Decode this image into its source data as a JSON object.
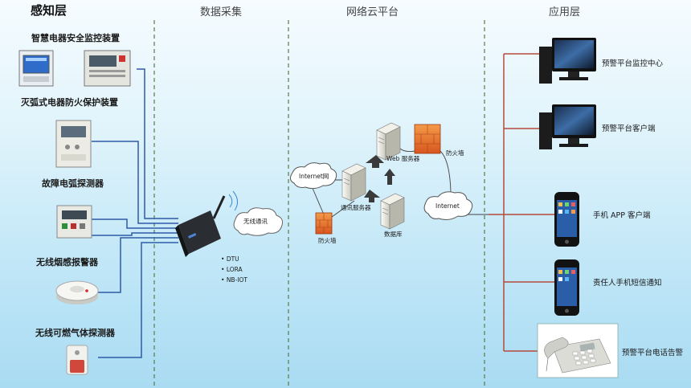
{
  "headers": {
    "perception": "感知层",
    "data_collection": "数据采集",
    "network_cloud": "网络云平台",
    "application": "应用层"
  },
  "perception_devices": [
    "智慧电器安全监控装置",
    "灭弧式电器防火保护装置",
    "故障电弧探测器",
    "无线烟感报警器",
    "无线可燃气体探测器"
  ],
  "data_collection": {
    "wireless_label": "无线通讯",
    "protocols": [
      "DTU",
      "LORA",
      "NB-IOT"
    ]
  },
  "network": {
    "internet_left": "Internet网",
    "comm_server": "通讯服务器",
    "web_server": "Web 服务器",
    "database": "数据库",
    "firewall_left": "防火墙",
    "firewall_right": "防火墙",
    "internet_right": "Internet"
  },
  "applications": [
    "预警平台监控中心",
    "预警平台客户端",
    "手机 APP 客户端",
    "责任人手机短信通知",
    "预警平台电话告警"
  ]
}
